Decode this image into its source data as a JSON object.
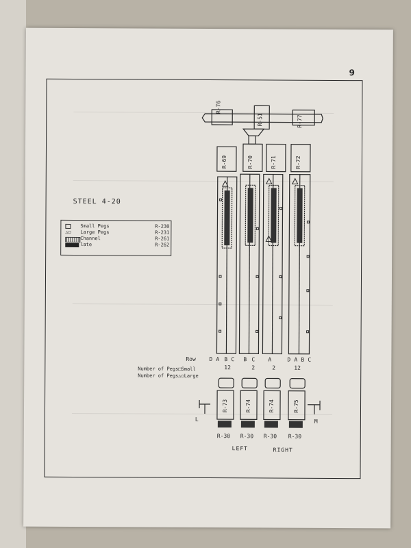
{
  "page_number": "9",
  "title": "STEEL 4-20",
  "legend": [
    {
      "label": "Small Pegs",
      "code": "R-230"
    },
    {
      "label": "Large Pegs",
      "code": "R-231"
    },
    {
      "label": "Channel",
      "code": "R-261"
    },
    {
      "label": "late",
      "code": "R-262"
    }
  ],
  "top_parts": [
    "R-76",
    "R-51",
    "R-77"
  ],
  "column_caps": [
    "R-69",
    "R-70",
    "R-71",
    "R-72"
  ],
  "row_label": "Row",
  "row_letters": [
    "D",
    "A",
    "B",
    "C",
    "B",
    "C",
    "A",
    "D",
    "A",
    "B",
    "C"
  ],
  "small_pegs_label": "Number of Pegs",
  "small_pegs_suffix": "Small",
  "small_pegs_values": [
    "12",
    "2",
    "2",
    "12"
  ],
  "large_pegs_label": "Number of Pegs",
  "large_pegs_suffix": "Large",
  "bottom_parts": [
    "R-73",
    "R-74",
    "R-74",
    "R-75"
  ],
  "bottom_codes": [
    "R-30",
    "R-30",
    "R-30",
    "R-30"
  ],
  "side_labels": [
    "L",
    "M"
  ],
  "footer": [
    "LEFT",
    "RIGHT"
  ]
}
